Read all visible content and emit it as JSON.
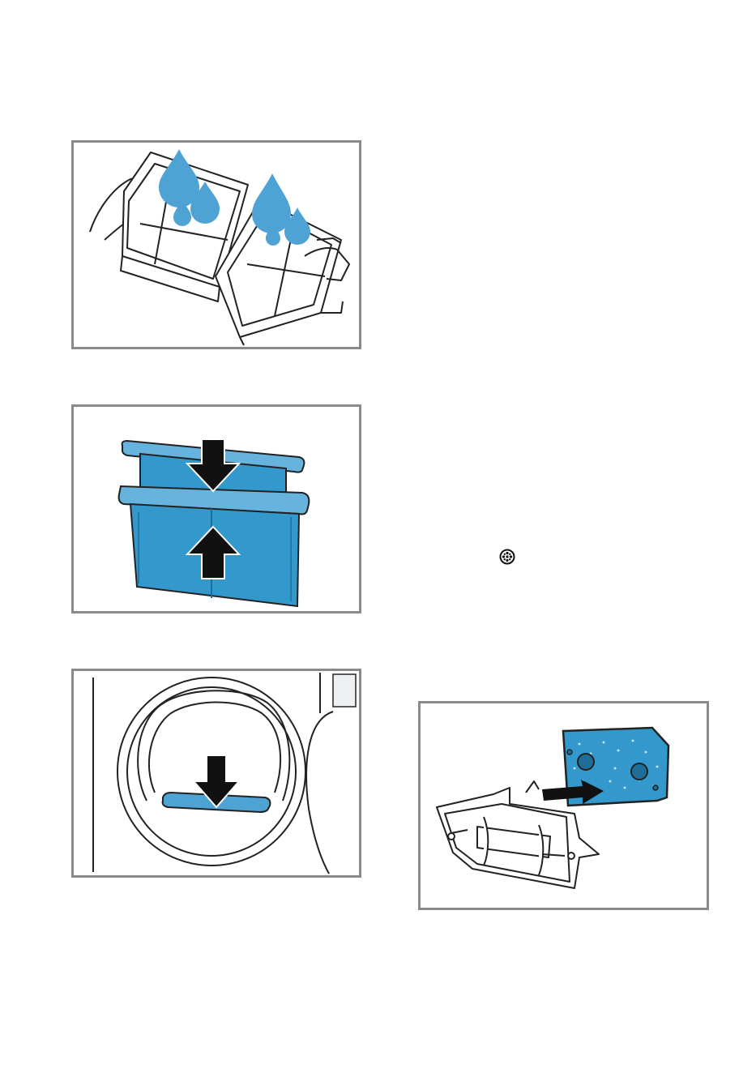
{
  "figures": [
    {
      "id": "fig1",
      "icon": "filter-rinse-illustration"
    },
    {
      "id": "fig2",
      "icon": "filter-insert-illustration"
    },
    {
      "id": "fig3",
      "icon": "filter-slot-illustration"
    },
    {
      "id": "fig4",
      "icon": "sponge-filter-illustration"
    }
  ],
  "inline_symbol": {
    "icon": "filter-cleaning-symbol"
  },
  "colors": {
    "frame": "#8a8a8a",
    "water_blue": "#4fa3d4",
    "filter_blue": "#3399cc",
    "filter_blue_light": "#66b3dd",
    "arrow": "#111111",
    "line": "#222222"
  }
}
